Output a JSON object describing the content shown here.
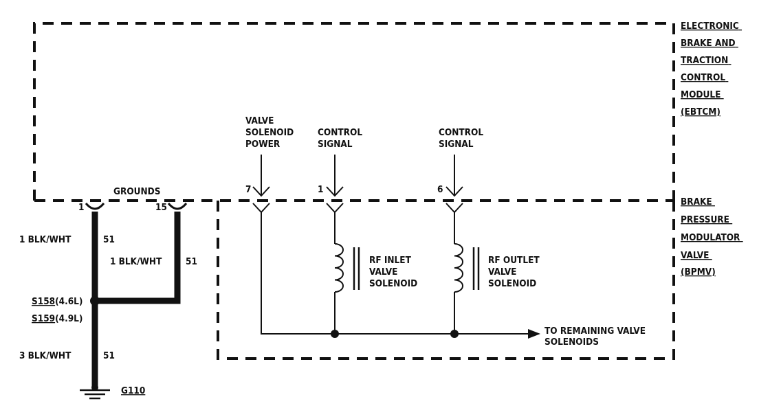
{
  "ebtcm": {
    "label_lines": [
      "ELECTRONIC",
      "BRAKE AND",
      "TRACTION",
      "CONTROL",
      "MODULE",
      "(EBTCM)"
    ]
  },
  "bpmv": {
    "label_lines": [
      "BRAKE",
      "PRESSURE",
      "MODULATOR",
      "VALVE",
      "(BPMV)"
    ]
  },
  "grounds_label": "GROUNDS",
  "pins": {
    "ground_left": "1",
    "ground_right": "15",
    "power": "7",
    "inlet": "1",
    "outlet": "6"
  },
  "signals": {
    "power_lines": [
      "VALVE",
      "SOLENOID",
      "POWER"
    ],
    "inlet_ctrl_lines": [
      "CONTROL",
      "SIGNAL"
    ],
    "outlet_ctrl_lines": [
      "CONTROL",
      "SIGNAL"
    ]
  },
  "solenoids": {
    "inlet_lines": [
      "RF INLET",
      "VALVE",
      "SOLENOID"
    ],
    "outlet_lines": [
      "RF OUTLET",
      "VALVE",
      "SOLENOID"
    ]
  },
  "remaining": [
    "TO REMAINING VALVE",
    "SOLENOIDS"
  ],
  "wires": {
    "w1_desc": "1 BLK/WHT",
    "w1_circuit": "51",
    "w2_desc": "1 BLK/WHT",
    "w2_circuit": "51",
    "w3_desc": "3 BLK/WHT",
    "w3_circuit": "51"
  },
  "splice": {
    "primary": "S158",
    "primary_suffix": "(4.6L)",
    "secondary": "S159",
    "secondary_suffix": "(4.9L)"
  },
  "ground_id": "G110"
}
